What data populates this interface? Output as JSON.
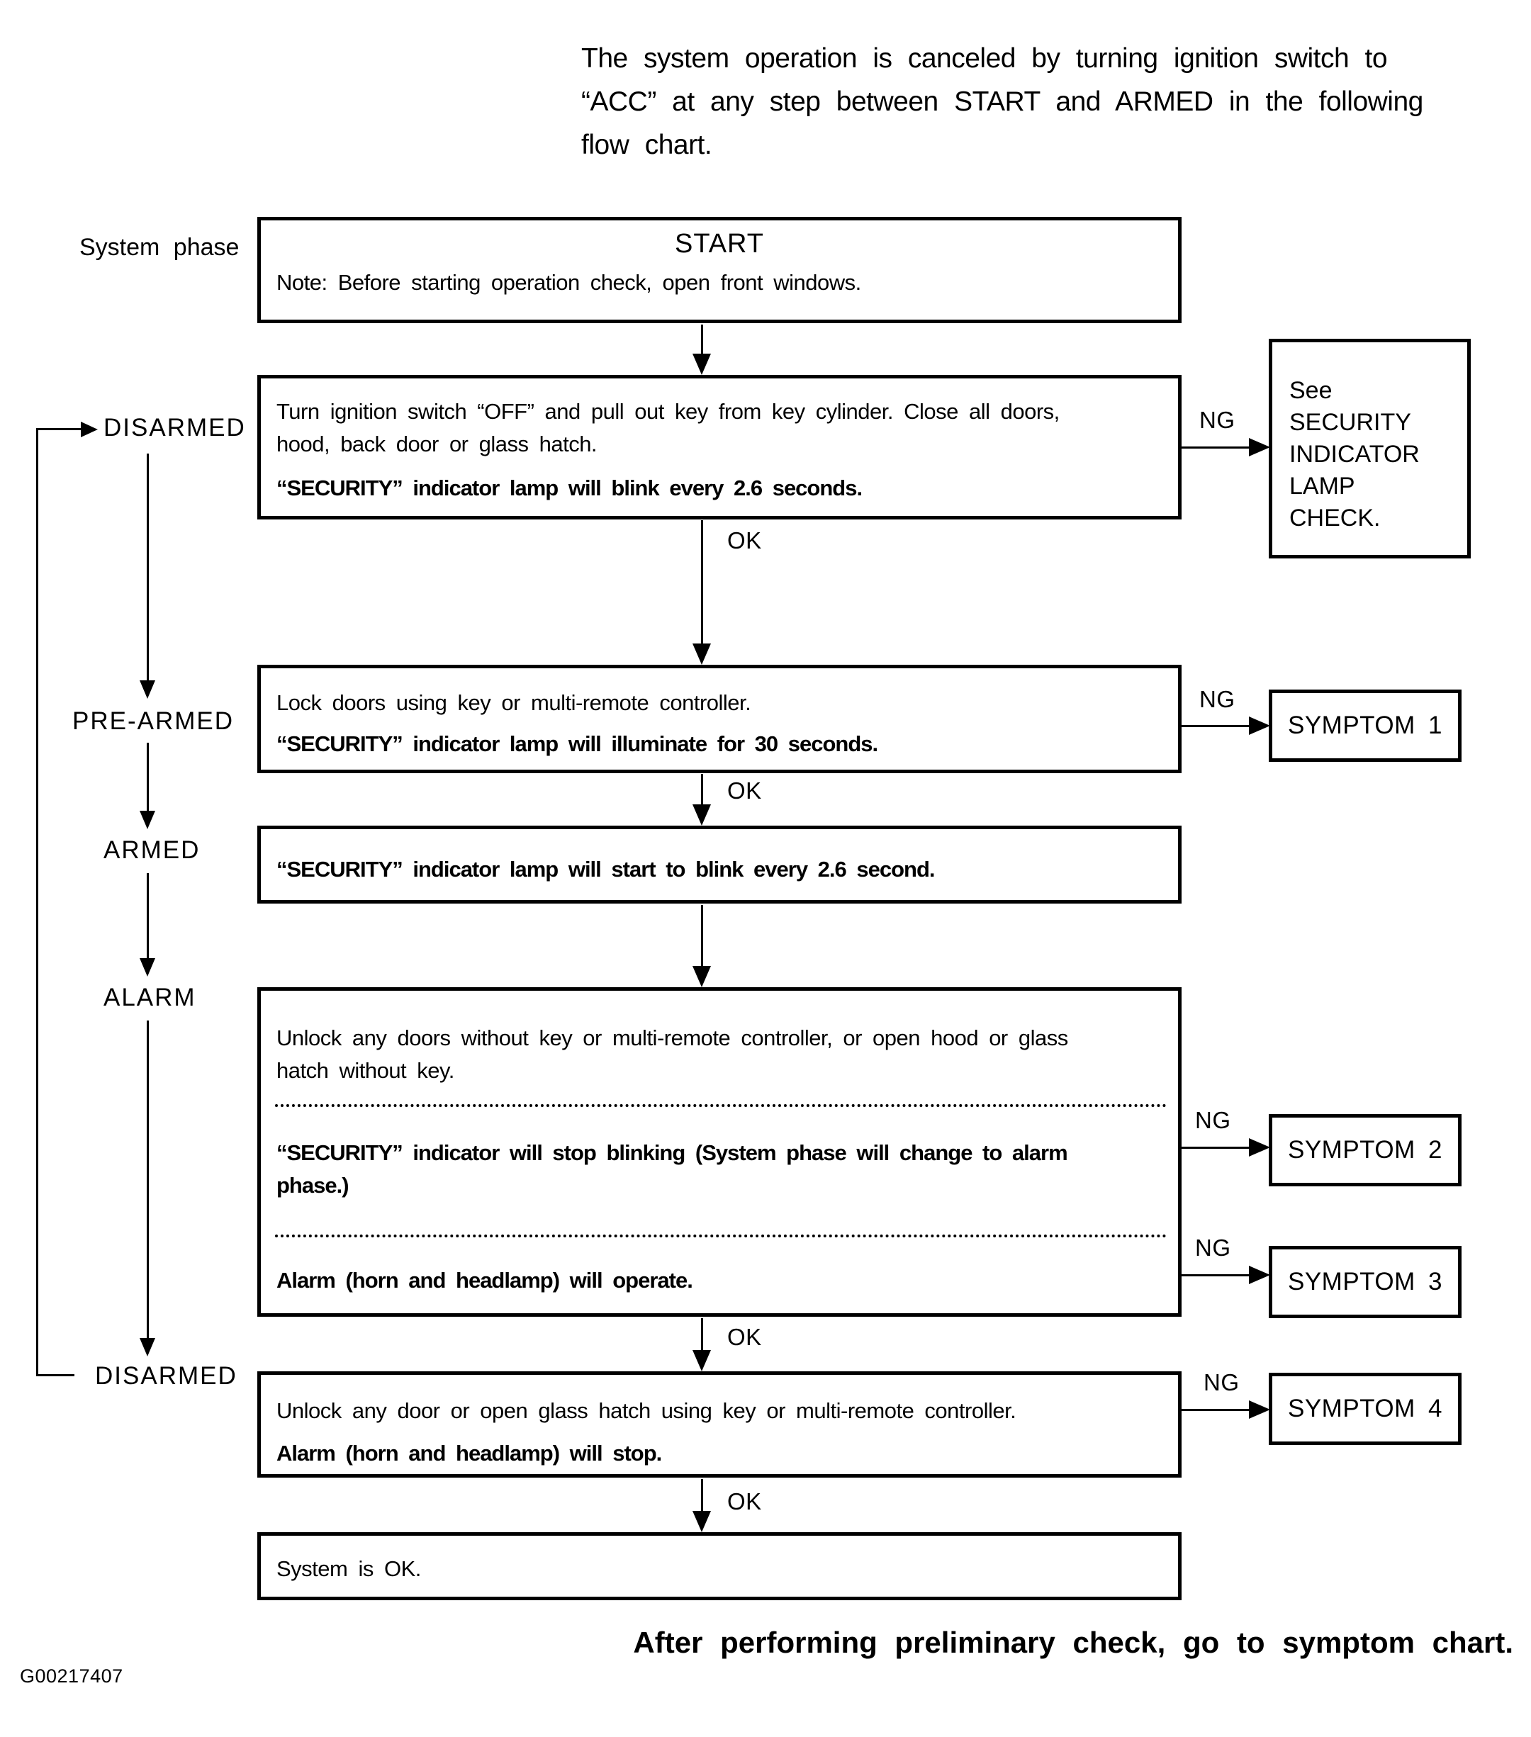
{
  "labels": {
    "ok": "OK",
    "ng": "NG"
  },
  "header": {
    "paragraph": "The system operation is canceled by turning ignition switch to\n“ACC” at any step between START and ARMED in the following\nflow chart."
  },
  "system_phase": "System phase",
  "phases": {
    "disarmed_top": "DISARMED",
    "pre_armed": "PRE-ARMED",
    "armed": "ARMED",
    "alarm": "ALARM",
    "disarmed_bottom": "DISARMED"
  },
  "flow": {
    "start": {
      "title": "START",
      "note": "Note: Before starting operation check, open front windows."
    },
    "ignition_off": {
      "text": "Turn ignition switch “OFF” and pull out key from key cylinder. Close all doors,\nhood, back door or glass hatch.",
      "result": "“SECURITY” indicator lamp will blink every 2.6 seconds."
    },
    "lock_doors": {
      "text": "Lock doors using key or multi-remote controller.",
      "result": "“SECURITY” indicator lamp will illuminate for 30 seconds."
    },
    "armed_step": {
      "result": "“SECURITY” indicator lamp will start to blink every 2.6 second."
    },
    "alarm_step": {
      "text": "Unlock any doors without key or multi-remote controller, or open hood or glass\nhatch without key.",
      "result1": "“SECURITY” indicator will stop blinking (System phase will change to alarm\nphase.)",
      "result2": "Alarm (horn and headlamp) will operate."
    },
    "disarm_step": {
      "text": "Unlock any door or open glass hatch using key or multi-remote controller.",
      "result": "Alarm (horn and headlamp) will stop."
    },
    "system_ok": {
      "text": "System is OK."
    }
  },
  "side": {
    "lamp_check": "See\nSECURITY\nINDICATOR\nLAMP\nCHECK.",
    "symptoms": [
      "SYMPTOM 1",
      "SYMPTOM 2",
      "SYMPTOM 3",
      "SYMPTOM 4"
    ]
  },
  "footer": {
    "note": "After performing preliminary check, go to symptom chart.",
    "figure_id": "G00217407"
  }
}
